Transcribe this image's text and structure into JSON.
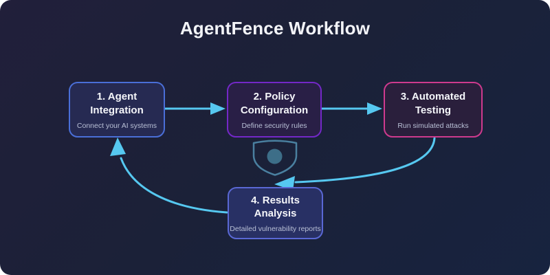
{
  "title": "AgentFence Workflow",
  "nodes": [
    {
      "title": "1. Agent Integration",
      "subtitle": "Connect your AI systems",
      "border_color": "#4a6fd8",
      "fill_color": "#262a52"
    },
    {
      "title": "2. Policy Configuration",
      "subtitle": "Define security rules",
      "border_color": "#7428c8",
      "fill_color": "#291f46"
    },
    {
      "title": "3. Automated Testing",
      "subtitle": "Run simulated attacks",
      "border_color": "#cf3a8e",
      "fill_color": "#2a1f3c"
    },
    {
      "title": "4. Results Analysis",
      "subtitle": "Detailed vulnerability reports",
      "border_color": "#5a68d4",
      "fill_color": "#283064"
    }
  ],
  "edges": [
    {
      "from": "1. Agent Integration",
      "to": "2. Policy Configuration"
    },
    {
      "from": "2. Policy Configuration",
      "to": "3. Automated Testing"
    },
    {
      "from": "3. Automated Testing",
      "to": "4. Results Analysis"
    },
    {
      "from": "4. Results Analysis",
      "to": "1. Agent Integration"
    }
  ],
  "icons": {
    "shield": {
      "name": "shield-icon",
      "color": "#4a80a0",
      "dot_color": "#3d6e88"
    }
  },
  "colors": {
    "background_start": "#211f3a",
    "background_end": "#17233f",
    "arrow": "#56c8f0",
    "title_text": "#f3f4f8",
    "subtitle_text": "#b9c0d6"
  }
}
